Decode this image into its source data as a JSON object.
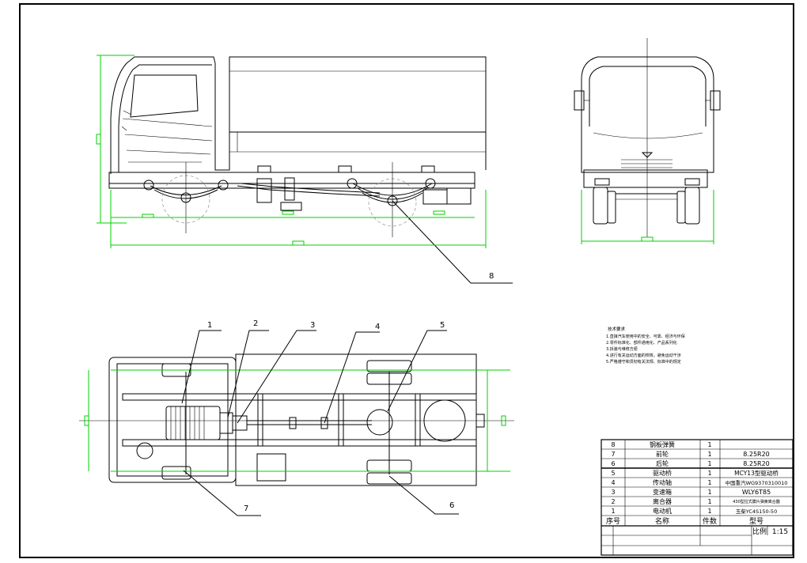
{
  "technical_requirements": {
    "title": "技术要求",
    "lines": [
      "1.直接汽车使用中的安全、可靠、经济与环保",
      "2.零件标准化、部件通用化、产品系列化",
      "3.拆装与维修方便",
      "4.进行有关运动方面的校核，避免运动干涉",
      "5.严格遵守和贯彻有关法规、标准中的规定"
    ]
  },
  "callouts": {
    "c1": "1",
    "c2": "2",
    "c3": "3",
    "c4": "4",
    "c5": "5",
    "c6": "6",
    "c7": "7",
    "c8": "8"
  },
  "parts_list": {
    "rows": [
      {
        "no": "8",
        "name": "钢板弹簧",
        "qty": "1",
        "model": ""
      },
      {
        "no": "7",
        "name": "前轮",
        "qty": "1",
        "model": "8.25R20"
      },
      {
        "no": "6",
        "name": "后轮",
        "qty": "1",
        "model": "8.25R20"
      },
      {
        "no": "5",
        "name": "驱动桥",
        "qty": "1",
        "model": "MCY13型驱动桥"
      },
      {
        "no": "4",
        "name": "传动轴",
        "qty": "1",
        "model": "中国重汽WG9370310010"
      },
      {
        "no": "3",
        "name": "变速箱",
        "qty": "1",
        "model": "WLY6T85"
      },
      {
        "no": "2",
        "name": "离合器",
        "qty": "1",
        "model": "430型拉式膜片弹簧离合器"
      },
      {
        "no": "1",
        "name": "电动机",
        "qty": "1",
        "model": "玉柴YC4S150-50"
      }
    ],
    "header": {
      "no": "序号",
      "name": "名称",
      "qty": "件数",
      "model": "型号"
    },
    "scale_label": "比例",
    "scale_value": "1:15"
  },
  "colors": {
    "line": "#000000",
    "dimension": "#00d000",
    "hidden": "#909090"
  }
}
